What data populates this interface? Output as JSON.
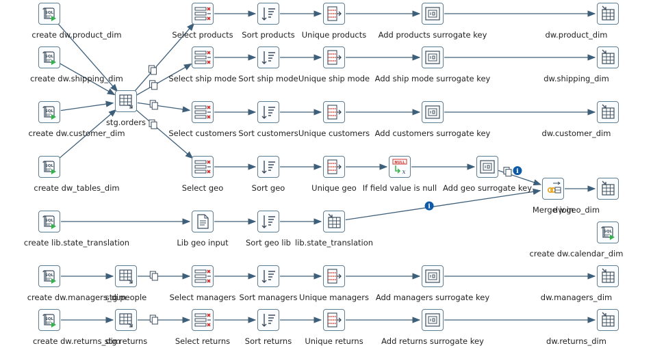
{
  "nodes": [
    {
      "id": "create_product",
      "label": "create dw.product_dim",
      "icon": "sql-script-icon"
    },
    {
      "id": "create_shipping",
      "label": "create dw.shipping_dim",
      "icon": "sql-script-icon"
    },
    {
      "id": "create_customer",
      "label": "create dw.customer_dim",
      "icon": "sql-script-icon"
    },
    {
      "id": "create_tables",
      "label": "create dw_tables_dim",
      "icon": "sql-script-icon"
    },
    {
      "id": "create_lib",
      "label": "create lib.state_translation",
      "icon": "sql-script-icon"
    },
    {
      "id": "create_managers",
      "label": "create dw.managers_dim",
      "icon": "sql-script-icon"
    },
    {
      "id": "create_returns",
      "label": "create dw.returns_dim",
      "icon": "sql-script-icon"
    },
    {
      "id": "stg_orders",
      "label": "stg.orders",
      "icon": "table-input-icon"
    },
    {
      "id": "stg_people",
      "label": "stg.people",
      "icon": "table-input-icon"
    },
    {
      "id": "stg_returns",
      "label": "stg.returns",
      "icon": "table-input-icon"
    },
    {
      "id": "sel_products",
      "label": "Select products",
      "icon": "select-values-icon"
    },
    {
      "id": "sel_ship",
      "label": "Select ship mode",
      "icon": "select-values-icon"
    },
    {
      "id": "sel_customers",
      "label": "Select customers",
      "icon": "select-values-icon"
    },
    {
      "id": "sel_geo",
      "label": "Select geo",
      "icon": "select-values-icon"
    },
    {
      "id": "sel_managers",
      "label": "Select managers",
      "icon": "select-values-icon"
    },
    {
      "id": "sel_returns",
      "label": "Select returns",
      "icon": "select-values-icon"
    },
    {
      "id": "sort_products",
      "label": "Sort products",
      "icon": "sort-rows-icon"
    },
    {
      "id": "sort_ship",
      "label": "Sort ship mode",
      "icon": "sort-rows-icon"
    },
    {
      "id": "sort_customers",
      "label": "Sort customers",
      "icon": "sort-rows-icon"
    },
    {
      "id": "sort_geo",
      "label": "Sort geo",
      "icon": "sort-rows-icon"
    },
    {
      "id": "sort_geo_lib",
      "label": "Sort geo lib",
      "icon": "sort-rows-icon"
    },
    {
      "id": "sort_managers",
      "label": "Sort managers",
      "icon": "sort-rows-icon"
    },
    {
      "id": "sort_returns",
      "label": "Sort returns",
      "icon": "sort-rows-icon"
    },
    {
      "id": "uniq_products",
      "label": "Unique products",
      "icon": "unique-rows-icon"
    },
    {
      "id": "uniq_ship",
      "label": "Unique ship mode",
      "icon": "unique-rows-icon"
    },
    {
      "id": "uniq_customers",
      "label": "Unique customers",
      "icon": "unique-rows-icon"
    },
    {
      "id": "uniq_geo",
      "label": "Unique geo",
      "icon": "unique-rows-icon"
    },
    {
      "id": "uniq_managers",
      "label": "Unique managers",
      "icon": "unique-rows-icon"
    },
    {
      "id": "uniq_returns",
      "label": "Unique returns",
      "icon": "unique-rows-icon"
    },
    {
      "id": "if_null",
      "label": "If field value is null",
      "icon": "if-null-icon"
    },
    {
      "id": "lib_geo_input",
      "label": "Lib geo input",
      "icon": "text-file-input-icon"
    },
    {
      "id": "lib_state_tr",
      "label": "lib.state_translation",
      "icon": "table-output-icon"
    },
    {
      "id": "sk_products",
      "label": "Add products surrogate key",
      "icon": "surrogate-key-icon"
    },
    {
      "id": "sk_ship",
      "label": "Add ship mode surrogate key",
      "icon": "surrogate-key-icon"
    },
    {
      "id": "sk_customers",
      "label": "Add customers surrogate key",
      "icon": "surrogate-key-icon"
    },
    {
      "id": "sk_geo",
      "label": "Add geo surrogate key",
      "icon": "surrogate-key-icon"
    },
    {
      "id": "sk_managers",
      "label": "Add managers surrogate key",
      "icon": "surrogate-key-icon"
    },
    {
      "id": "sk_returns",
      "label": "Add returns surrogate key",
      "icon": "surrogate-key-icon"
    },
    {
      "id": "merge_join",
      "label": "Merge join",
      "icon": "merge-join-icon"
    },
    {
      "id": "dw_product",
      "label": "dw.product_dim",
      "icon": "table-output-icon"
    },
    {
      "id": "dw_shipping",
      "label": "dw.shipping_dim",
      "icon": "table-output-icon"
    },
    {
      "id": "dw_customer",
      "label": "dw.customer_dim",
      "icon": "table-output-icon"
    },
    {
      "id": "dw_geo",
      "label": "dw.geo_dim",
      "icon": "table-output-icon"
    },
    {
      "id": "create_calendar",
      "label": "create dw.calendar_dim",
      "icon": "sql-script-icon"
    },
    {
      "id": "dw_managers",
      "label": "dw.managers_dim",
      "icon": "table-output-icon"
    },
    {
      "id": "dw_returns",
      "label": "dw.returns_dim",
      "icon": "table-output-icon"
    }
  ],
  "hops": [
    {
      "from": "create_product",
      "to": "stg_orders",
      "marker": "none"
    },
    {
      "from": "create_shipping",
      "to": "stg_orders",
      "marker": "none"
    },
    {
      "from": "create_customer",
      "to": "stg_orders",
      "marker": "none"
    },
    {
      "from": "create_tables",
      "to": "stg_orders",
      "marker": "none"
    },
    {
      "from": "stg_orders",
      "to": "sel_products",
      "marker": "copy"
    },
    {
      "from": "stg_orders",
      "to": "sel_ship",
      "marker": "copy"
    },
    {
      "from": "stg_orders",
      "to": "sel_customers",
      "marker": "copy"
    },
    {
      "from": "stg_orders",
      "to": "sel_geo",
      "marker": "copy"
    },
    {
      "from": "sel_products",
      "to": "sort_products",
      "marker": "none"
    },
    {
      "from": "sort_products",
      "to": "uniq_products",
      "marker": "none"
    },
    {
      "from": "uniq_products",
      "to": "sk_products",
      "marker": "none"
    },
    {
      "from": "sk_products",
      "to": "dw_product",
      "marker": "none"
    },
    {
      "from": "sel_ship",
      "to": "sort_ship",
      "marker": "none"
    },
    {
      "from": "sort_ship",
      "to": "uniq_ship",
      "marker": "none"
    },
    {
      "from": "uniq_ship",
      "to": "sk_ship",
      "marker": "none"
    },
    {
      "from": "sk_ship",
      "to": "dw_shipping",
      "marker": "none"
    },
    {
      "from": "sel_customers",
      "to": "sort_customers",
      "marker": "none"
    },
    {
      "from": "sort_customers",
      "to": "uniq_customers",
      "marker": "none"
    },
    {
      "from": "uniq_customers",
      "to": "sk_customers",
      "marker": "none"
    },
    {
      "from": "sk_customers",
      "to": "dw_customer",
      "marker": "none"
    },
    {
      "from": "sel_geo",
      "to": "sort_geo",
      "marker": "none"
    },
    {
      "from": "sort_geo",
      "to": "uniq_geo",
      "marker": "none"
    },
    {
      "from": "uniq_geo",
      "to": "if_null",
      "marker": "none"
    },
    {
      "from": "if_null",
      "to": "sk_geo",
      "marker": "none"
    },
    {
      "from": "sk_geo",
      "to": "merge_join",
      "marker": "info"
    },
    {
      "from": "merge_join",
      "to": "dw_geo",
      "marker": "none"
    },
    {
      "from": "create_lib",
      "to": "lib_geo_input",
      "marker": "none"
    },
    {
      "from": "lib_geo_input",
      "to": "sort_geo_lib",
      "marker": "none"
    },
    {
      "from": "sort_geo_lib",
      "to": "lib_state_tr",
      "marker": "none"
    },
    {
      "from": "lib_state_tr",
      "to": "merge_join",
      "marker": "info"
    },
    {
      "from": "create_managers",
      "to": "stg_people",
      "marker": "none"
    },
    {
      "from": "stg_people",
      "to": "sel_managers",
      "marker": "copy"
    },
    {
      "from": "sel_managers",
      "to": "sort_managers",
      "marker": "none"
    },
    {
      "from": "sort_managers",
      "to": "uniq_managers",
      "marker": "none"
    },
    {
      "from": "uniq_managers",
      "to": "sk_managers",
      "marker": "none"
    },
    {
      "from": "sk_managers",
      "to": "dw_managers",
      "marker": "none"
    },
    {
      "from": "create_returns",
      "to": "stg_returns",
      "marker": "none"
    },
    {
      "from": "stg_returns",
      "to": "sel_returns",
      "marker": "copy"
    },
    {
      "from": "sel_returns",
      "to": "sort_returns",
      "marker": "none"
    },
    {
      "from": "sort_returns",
      "to": "uniq_returns",
      "marker": "none"
    },
    {
      "from": "uniq_returns",
      "to": "sk_returns",
      "marker": "none"
    },
    {
      "from": "sk_returns",
      "to": "dw_returns",
      "marker": "none"
    }
  ],
  "colors": {
    "hop": "#3e5f7a",
    "node_border": "#5b7d95",
    "icon": "#3a4c5e",
    "script_green": "#2fb34a",
    "select_red": "#d0302a",
    "info_badge": "#0e5aa7",
    "null_red": "#d0302a"
  }
}
